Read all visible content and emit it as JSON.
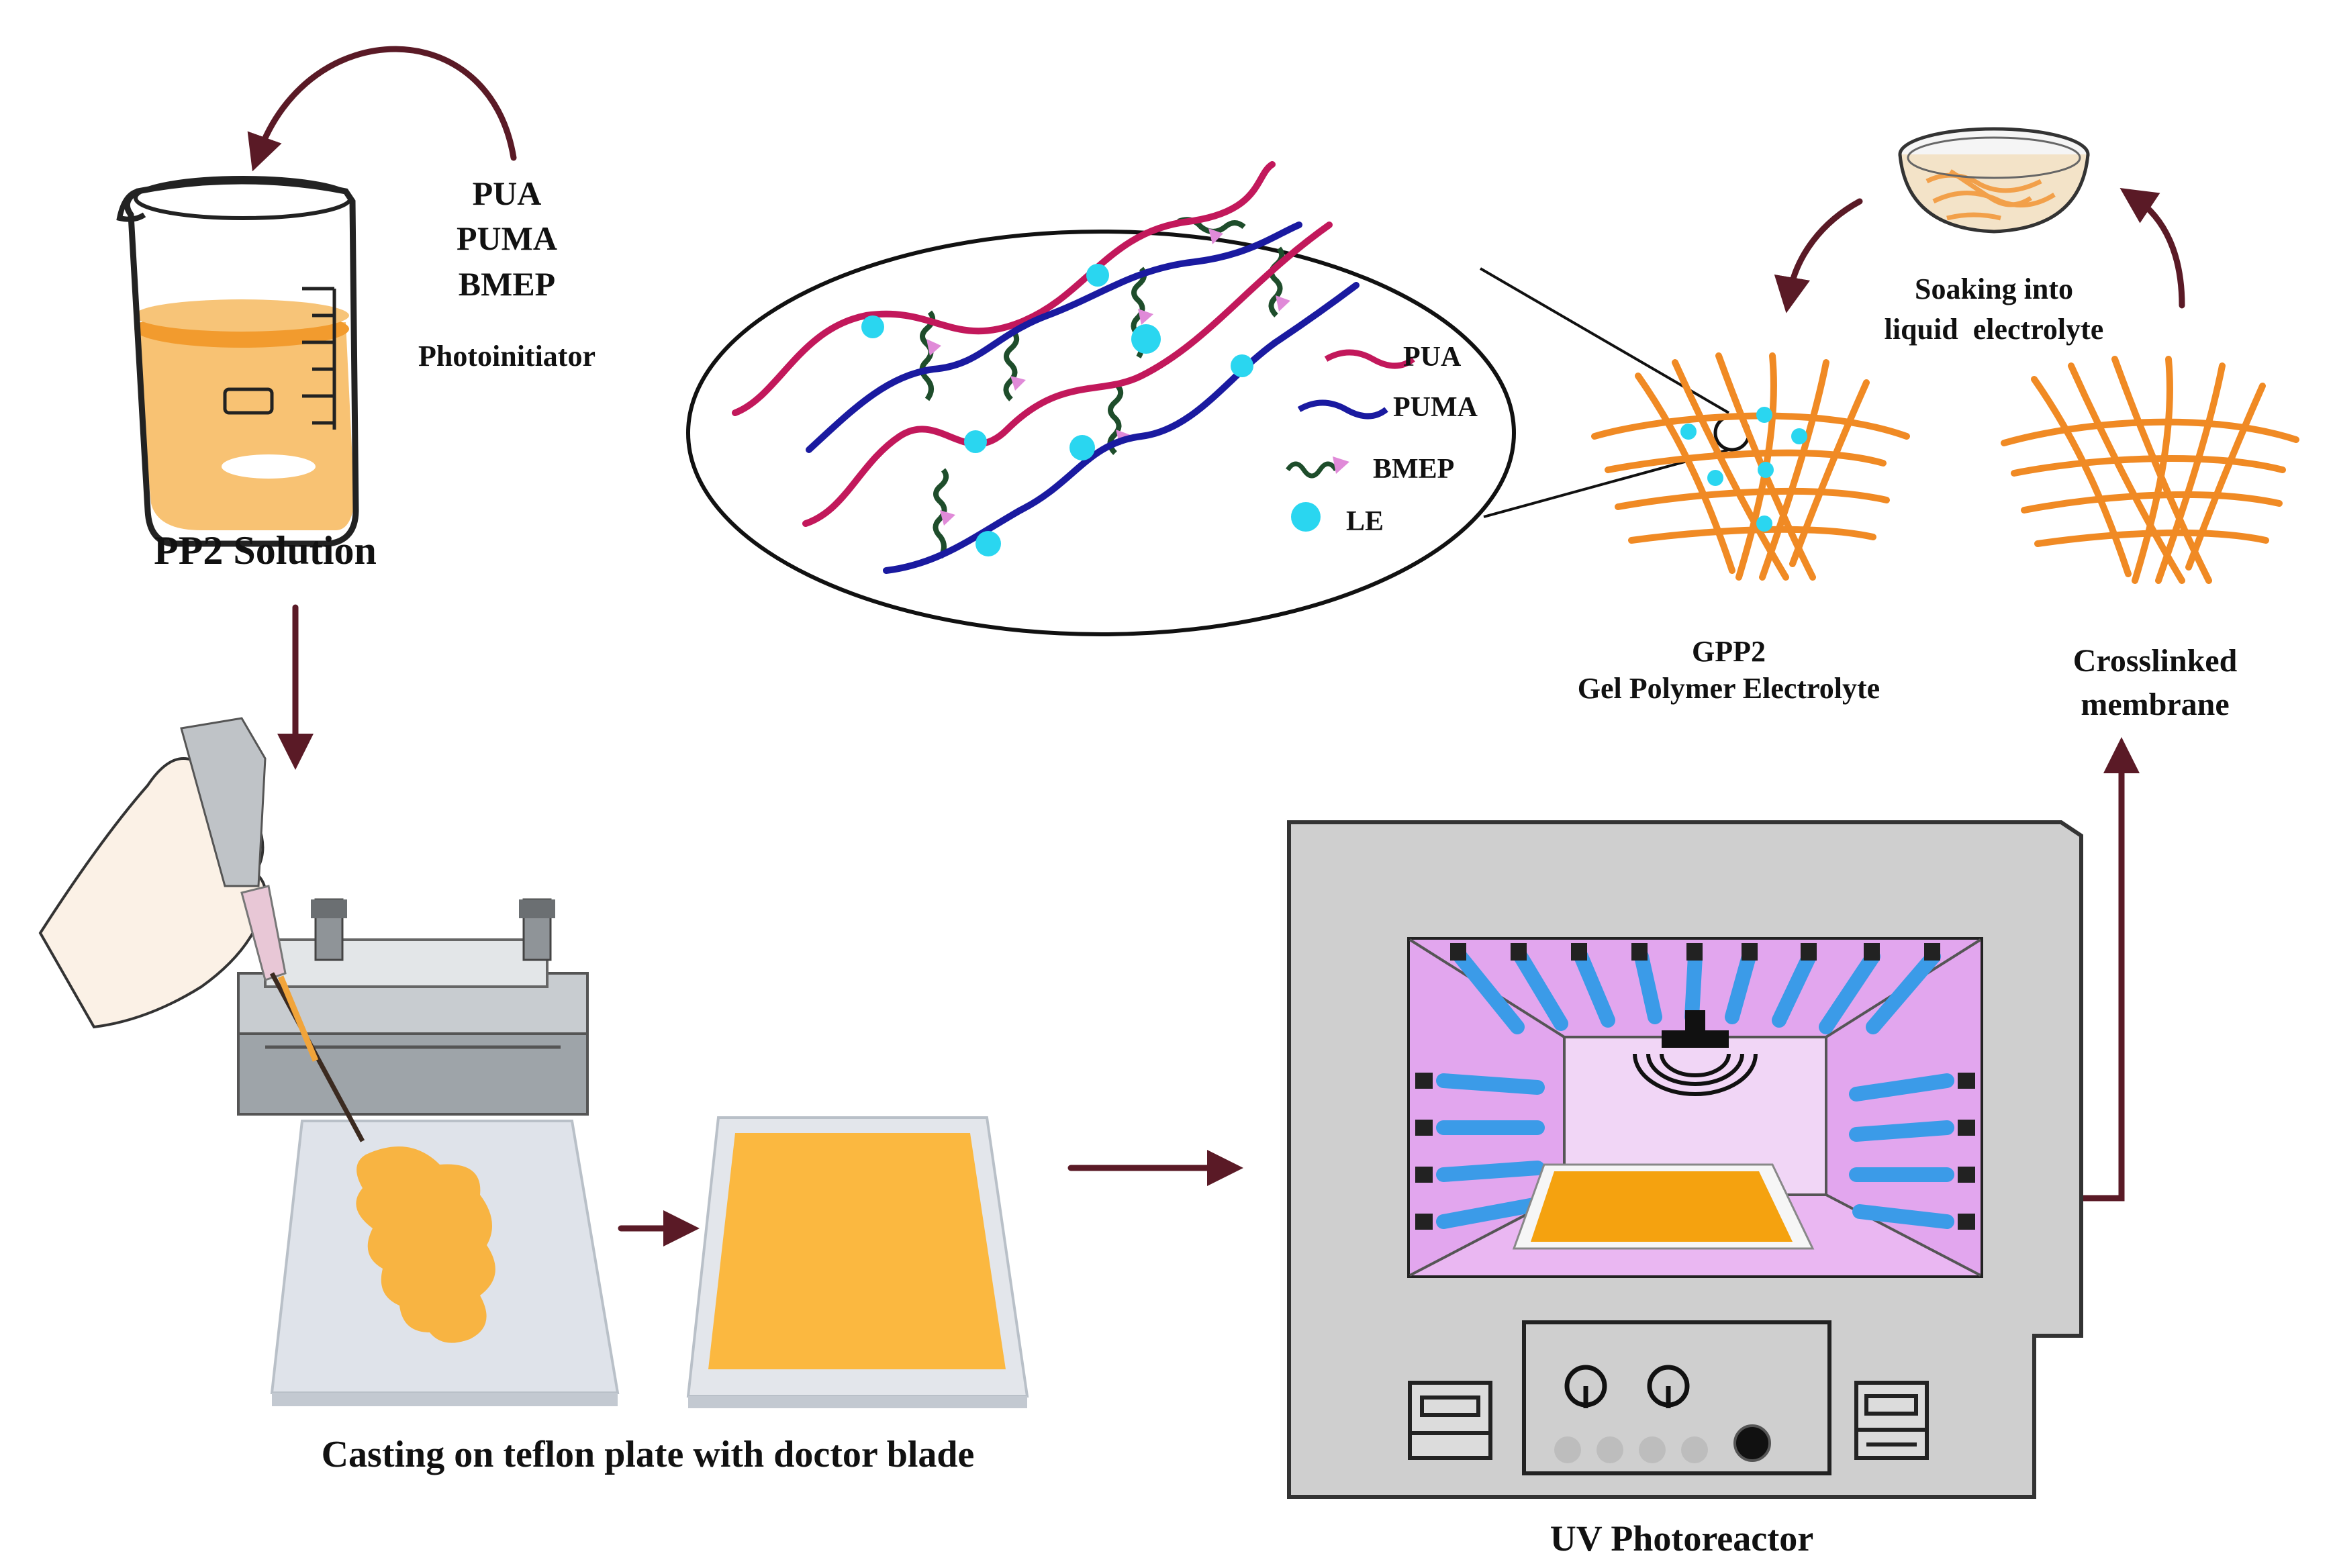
{
  "colors": {
    "arrow": "#5a1a26",
    "pua": "#c2185b",
    "puma": "#1a1aa0",
    "bmep_chain": "#1e4d2b",
    "bmep_node": "#e08ad8",
    "le": "#2ad6f0",
    "mesh": "#f08a24",
    "solution": "#f7b75a",
    "film": "#fbb840",
    "plate": "#dfe3ea",
    "reactor_body": "#cfcfcf",
    "chamber": "#e2a6ee",
    "uv_lamp": "#3b9be8"
  },
  "labels": {
    "reagents": [
      "PUA",
      "PUMA",
      "BMEP"
    ],
    "photoinitiator": "Photoinitiator",
    "pp2_solution": "PP2 Solution",
    "casting": "Casting on teflon plate with doctor blade",
    "uv_photoreactor": "UV Photoreactor",
    "soaking": [
      "Soaking into",
      "liquid  electrolyte"
    ],
    "gpp2": [
      "GPP2",
      "Gel Polymer Electrolyte"
    ],
    "crosslinked": [
      "Crosslinked",
      "membrane"
    ]
  },
  "legend": [
    {
      "key": "pua",
      "label": "PUA"
    },
    {
      "key": "puma",
      "label": "PUMA"
    },
    {
      "key": "bmep",
      "label": "BMEP"
    },
    {
      "key": "le",
      "label": "LE"
    }
  ],
  "icons": {
    "beaker": "beaker-icon",
    "hand_pipette": "hand-pipette-icon",
    "doctor_blade": "doctor-blade-icon",
    "petri_dish": "petri-dish-icon",
    "uv_lamp": "uv-lamp-icon"
  }
}
